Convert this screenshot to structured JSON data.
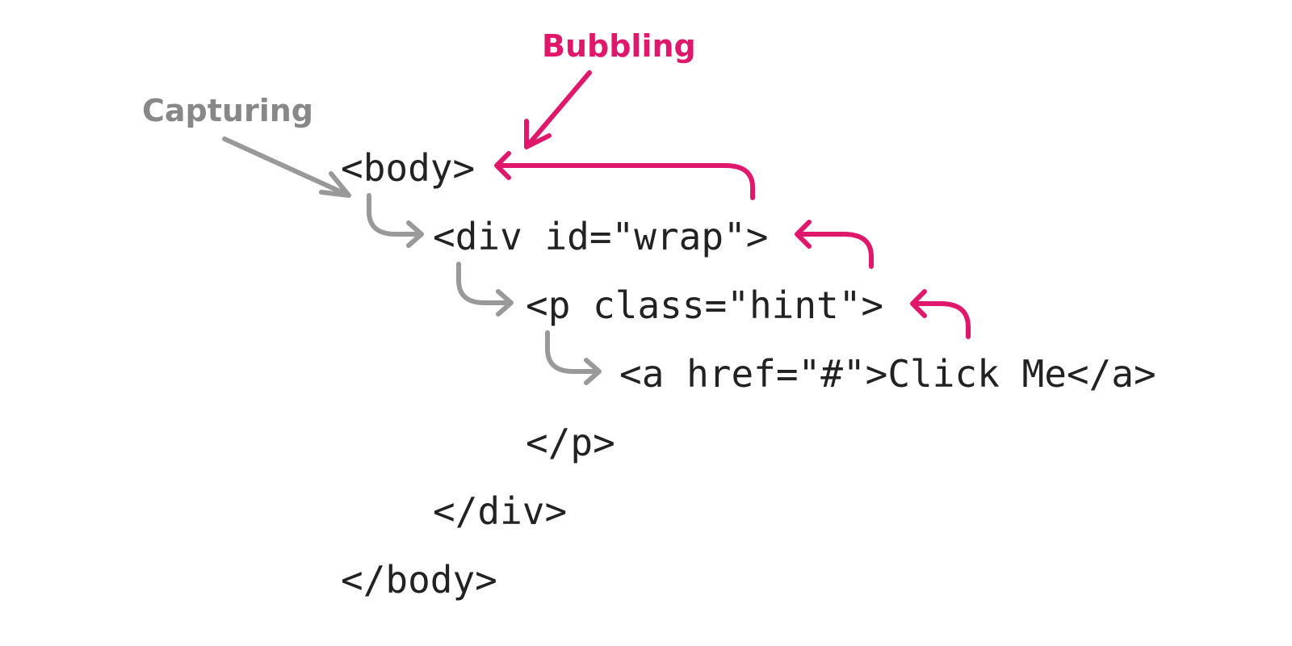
{
  "colors": {
    "code": "#222222",
    "capturing": "#999999",
    "capturing_label": "#888888",
    "bubbling": "#e0186c"
  },
  "labels": {
    "capturing": "Capturing",
    "bubbling": "Bubbling"
  },
  "code_lines": {
    "body_open": "<body>",
    "div_open": "<div id=\"wrap\">",
    "p_open": "<p class=\"hint\">",
    "a_element": "<a href=\"#\">Click Me</a>",
    "p_close": "</p>",
    "div_close": "</div>",
    "body_close": "</body>"
  }
}
